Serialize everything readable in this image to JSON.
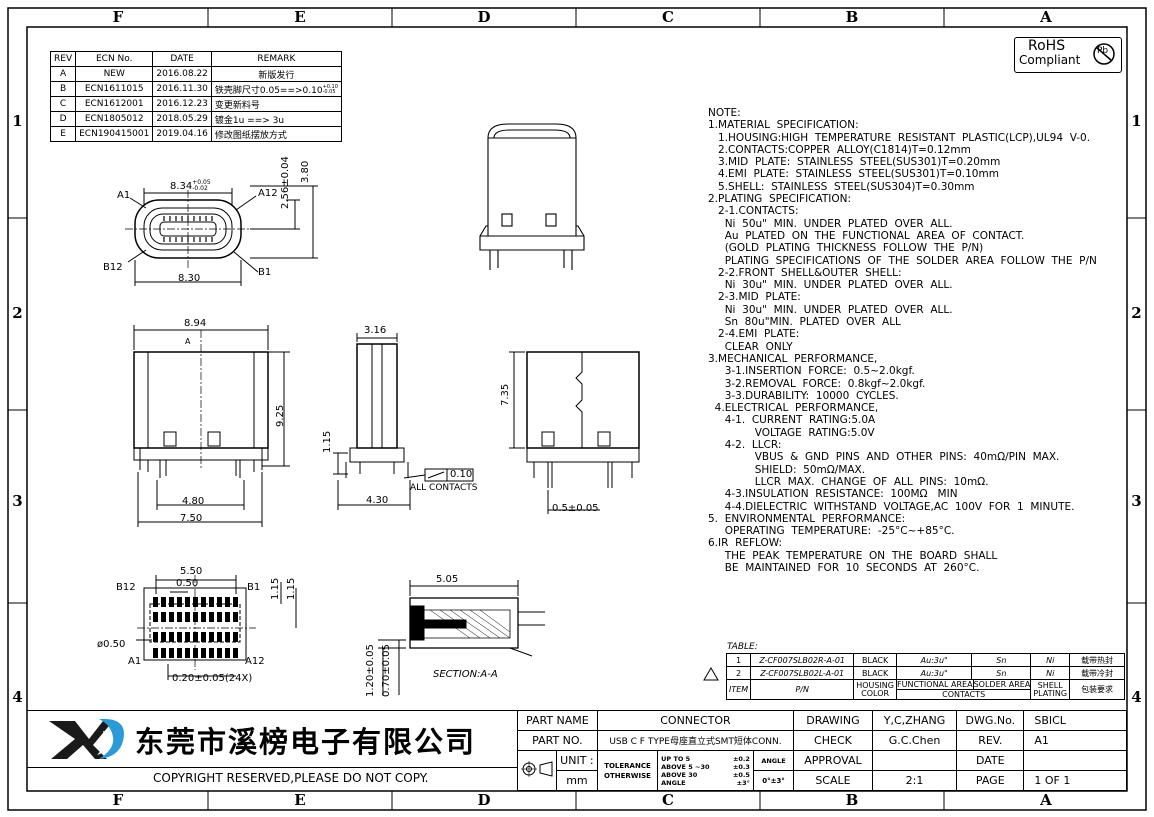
{
  "zones": {
    "cols": [
      "F",
      "E",
      "D",
      "C",
      "B",
      "A"
    ],
    "rows": [
      "1",
      "2",
      "3",
      "4"
    ]
  },
  "rohs": {
    "title": "RoHS",
    "sub": "Compliant",
    "pb": "Pb"
  },
  "revision_table": {
    "headers": [
      "REV",
      "ECN No.",
      "DATE",
      "REMARK"
    ],
    "rows": [
      [
        "A",
        "NEW",
        "2016.08.22",
        "新版发行"
      ],
      [
        "B",
        "ECN1611015",
        "2016.11.30",
        "铁壳脚尺寸0.05==>0.10"
      ],
      [
        "C",
        "ECN1612001",
        "2016.12.23",
        "变更新料号"
      ],
      [
        "D",
        "ECN1805012",
        "2018.05.29",
        "镀金1u ==> 3u"
      ],
      [
        "E",
        "ECN190415001",
        "2019.04.16",
        "修改图纸摆放方式"
      ]
    ],
    "b_tol_plus": "+0.10",
    "b_tol_minus": "-0.05"
  },
  "dims": {
    "w834": "8.34",
    "w834_tol_plus": "+0.05",
    "w834_tol_minus": "-0.02",
    "h256": "2.56±0.04",
    "h380": "3.80",
    "w830": "8.30",
    "a1": "A1",
    "a12": "A12",
    "b12": "B12",
    "b1": "B1",
    "w894": "8.94",
    "h925": "9.25",
    "w480": "4.80",
    "w750": "7.50",
    "secA": "A",
    "w316": "3.16",
    "h115": "1.15",
    "w430": "4.30",
    "flat": "0.10",
    "all_contacts": "ALL CONTACTS",
    "h735": "7.35",
    "w05": "0.5±0.05",
    "w550": "5.50",
    "w050": "0.50",
    "h115b": "1.15",
    "h115c": "1.15",
    "d050": "ø0.50",
    "w020": "0.20±0.05(24X)",
    "w505": "5.05",
    "h120": "1.20±0.05",
    "h070": "0.70±0.05",
    "section": "SECTION:A-A"
  },
  "notes": [
    "NOTE:",
    "1.MATERIAL  SPECIFICATION:",
    "   1.HOUSING:HIGH  TEMPERATURE  RESISTANT  PLASTIC(LCP),UL94  V-0.",
    "   2.CONTACTS:COPPER  ALLOY(C1814)T=0.12mm",
    "   3.MID  PLATE:  STAINLESS  STEEL(SUS301)T=0.20mm",
    "   4.EMI  PLATE:  STAINLESS  STEEL(SUS301)T=0.10mm",
    "   5.SHELL:  STAINLESS  STEEL(SUS304)T=0.30mm",
    "2.PLATING  SPECIFICATION:",
    "   2-1.CONTACTS:",
    "     Ni  50u\"  MIN.  UNDER  PLATED  OVER  ALL.",
    "     Au  PLATED  ON  THE  FUNCTIONAL  AREA  OF  CONTACT.",
    "     (GOLD  PLATING  THICKNESS  FOLLOW  THE  P/N)",
    "     PLATING  SPECIFICATIONS  OF  THE  SOLDER  AREA  FOLLOW  THE  P/N",
    "   2-2.FRONT  SHELL&OUTER  SHELL:",
    "     Ni  30u\"  MIN.  UNDER  PLATED  OVER  ALL.",
    "   2-3.MID  PLATE:",
    "     Ni  30u\"  MIN.  UNDER  PLATED  OVER  ALL.",
    "     Sn  80u\"MIN.  PLATED  OVER  ALL",
    "   2-4.EMI  PLATE:",
    "     CLEAR  ONLY",
    "3.MECHANICAL  PERFORMANCE,",
    "     3-1.INSERTION  FORCE:  0.5~2.0kgf.",
    "     3-2.REMOVAL  FORCE:  0.8kgf~2.0kgf.",
    "     3-3.DURABILITY:  10000  CYCLES.",
    "  4.ELECTRICAL  PERFORMANCE,",
    "     4-1.  CURRENT  RATING:5.0A",
    "              VOLTAGE  RATING:5.0V",
    "     4-2.  LLCR:",
    "              VBUS  &  GND  PINS  AND  OTHER  PINS:  40mΩ/PIN  MAX.",
    "              SHIELD:  50mΩ/MAX.",
    "              LLCR  MAX.  CHANGE  OF  ALL  PINS:  10mΩ.",
    "     4-3.INSULATION  RESISTANCE:  100MΩ   MIN",
    "     4-4.DIELECTRIC  WITHSTAND  VOLTAGE,AC  100V  FOR  1  MINUTE.",
    "5.  ENVIRONMENTAL  PERFORMANCE:",
    "     OPERATING  TEMPERATURE:  -25°C~+85°C.",
    "6.IR  REFLOW:",
    "     THE  PEAK  TEMPERATURE  ON  THE  BOARD  SHALL",
    "     BE  MAINTAINED  FOR  10  SECONDS  AT  260°C."
  ],
  "material_table": {
    "label": "TABLE:",
    "rows": [
      [
        "1",
        "Z-CF007SLB02R-A-01",
        "BLACK",
        "Au:3u\"",
        "Sn",
        "Ni",
        "载带热封"
      ],
      [
        "2",
        "Z-CF007SLB02L-A-01",
        "BLACK",
        "Au:3u\"",
        "Sn",
        "Ni",
        "载带冷封"
      ]
    ],
    "header": [
      "ITEM",
      "P/N",
      "HOUSING COLOR",
      "FUNCTIONAL AREA",
      "SOLDER AREA",
      "SHELL PLATING",
      "包装要求"
    ],
    "contacts": "CONTACTS"
  },
  "title_block": {
    "company": "东莞市溪榜电子有限公司",
    "copyright": "COPYRIGHT  RESERVED,PLEASE  DO  NOT  COPY.",
    "part_name_label": "PART NAME",
    "part_name": "CONNECTOR",
    "part_no_label": "PART NO.",
    "part_no": "USB C F TYPE母座直立式SMT短体CONN.",
    "unit_label": "UNIT :",
    "unit": "mm",
    "tolerance_label": "TOLERANCE OTHERWISE",
    "tol1": "UP TO 5",
    "tol1v": "±0.2",
    "tol2": "ABOVE 5 ~30",
    "tol2v": "±0.3",
    "tol3": "ABOVE 30",
    "tol3v": "±0.5",
    "tol4": "ANGLE",
    "tol4v": "±3°",
    "angle_label": "ANGLE",
    "angle_val": "0°±3°",
    "drawing_label": "DRAWING",
    "drawing": "Y,C,ZHANG",
    "check_label": "CHECK",
    "check": "G.C.Chen",
    "approval_label": "APPROVAL",
    "approval": "",
    "scale_label": "SCALE",
    "scale": "2:1",
    "dwg_label": "DWG.No.",
    "dwg": "SBICL",
    "rev_label": "REV.",
    "rev": "A1",
    "date_label": "DATE",
    "date": "",
    "page_label": "PAGE",
    "page": "1  OF  1"
  },
  "colors": {
    "line": "#000000",
    "logo_blue": "#2a9bd8",
    "logo_dark": "#1a1a1a"
  }
}
